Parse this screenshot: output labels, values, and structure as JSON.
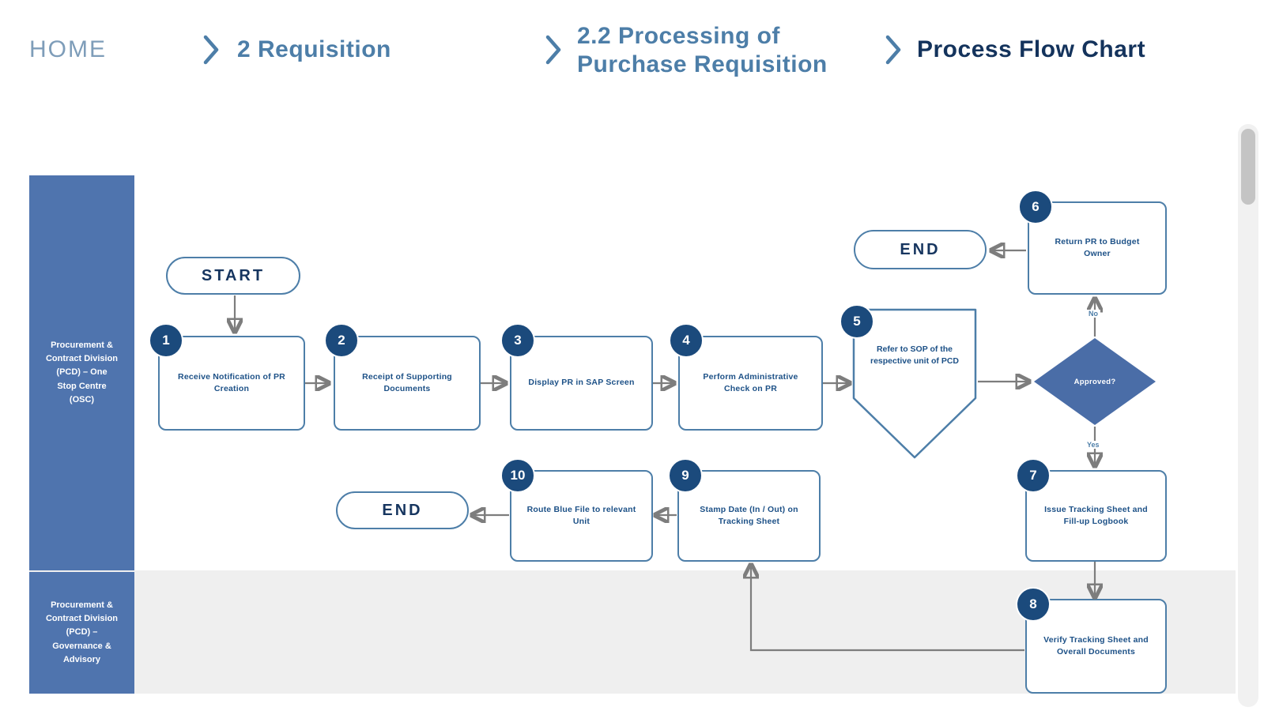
{
  "breadcrumb": {
    "items": [
      {
        "label": "HOME"
      },
      {
        "label": "2 Requisition"
      },
      {
        "lines": [
          "2.2 Processing of",
          "Purchase Requisition"
        ]
      },
      {
        "label": "Process Flow Chart"
      }
    ]
  },
  "lanes": [
    {
      "lines": [
        "Procurement &",
        "Contract  Division",
        "(PCD) – One",
        "Stop Centre",
        "(OSC)"
      ]
    },
    {
      "lines": [
        "Procurement &",
        "Contract  Division",
        "(PCD) –",
        "Governance &",
        "Advisory"
      ]
    }
  ],
  "flow": {
    "start_label": "START",
    "end_label": "END",
    "steps": [
      {
        "number": "1",
        "label": "Receive Notification of PR Creation"
      },
      {
        "number": "2",
        "label": "Receipt of Supporting Documents"
      },
      {
        "number": "3",
        "label": "Display PR in SAP Screen"
      },
      {
        "number": "4",
        "label": "Perform Administrative Check on PR"
      },
      {
        "number": "5",
        "label": "Refer to SOP of the respective unit of PCD"
      },
      {
        "number": "6",
        "label": "Return PR to Budget Owner"
      },
      {
        "number": "7",
        "label": "Issue Tracking Sheet and Fill-up Logbook"
      },
      {
        "number": "8",
        "label": "Verify Tracking Sheet and Overall Documents"
      },
      {
        "number": "9",
        "label": "Stamp Date (In / Out) on Tracking Sheet"
      },
      {
        "number": "10",
        "label": "Route Blue File to relevant Unit"
      }
    ],
    "decision": {
      "label": "Approved?",
      "no_label": "No",
      "yes_label": "Yes"
    }
  },
  "colors": {
    "steel_blue": "#4d7ea8",
    "navy": "#1b4a7c",
    "box_text": "#1d5187",
    "terminal_text": "#16355f",
    "lane_fill": "#4f74ae",
    "diamond_fill": "#4a6da7",
    "gray_row": "#efefef",
    "arrow_gray": "#7d7d7d",
    "crumb_muted": "#7e9db9",
    "crumb_active": "#14335c",
    "scroll_track": "#f1f1f1",
    "scroll_thumb": "#c4c4c4"
  }
}
